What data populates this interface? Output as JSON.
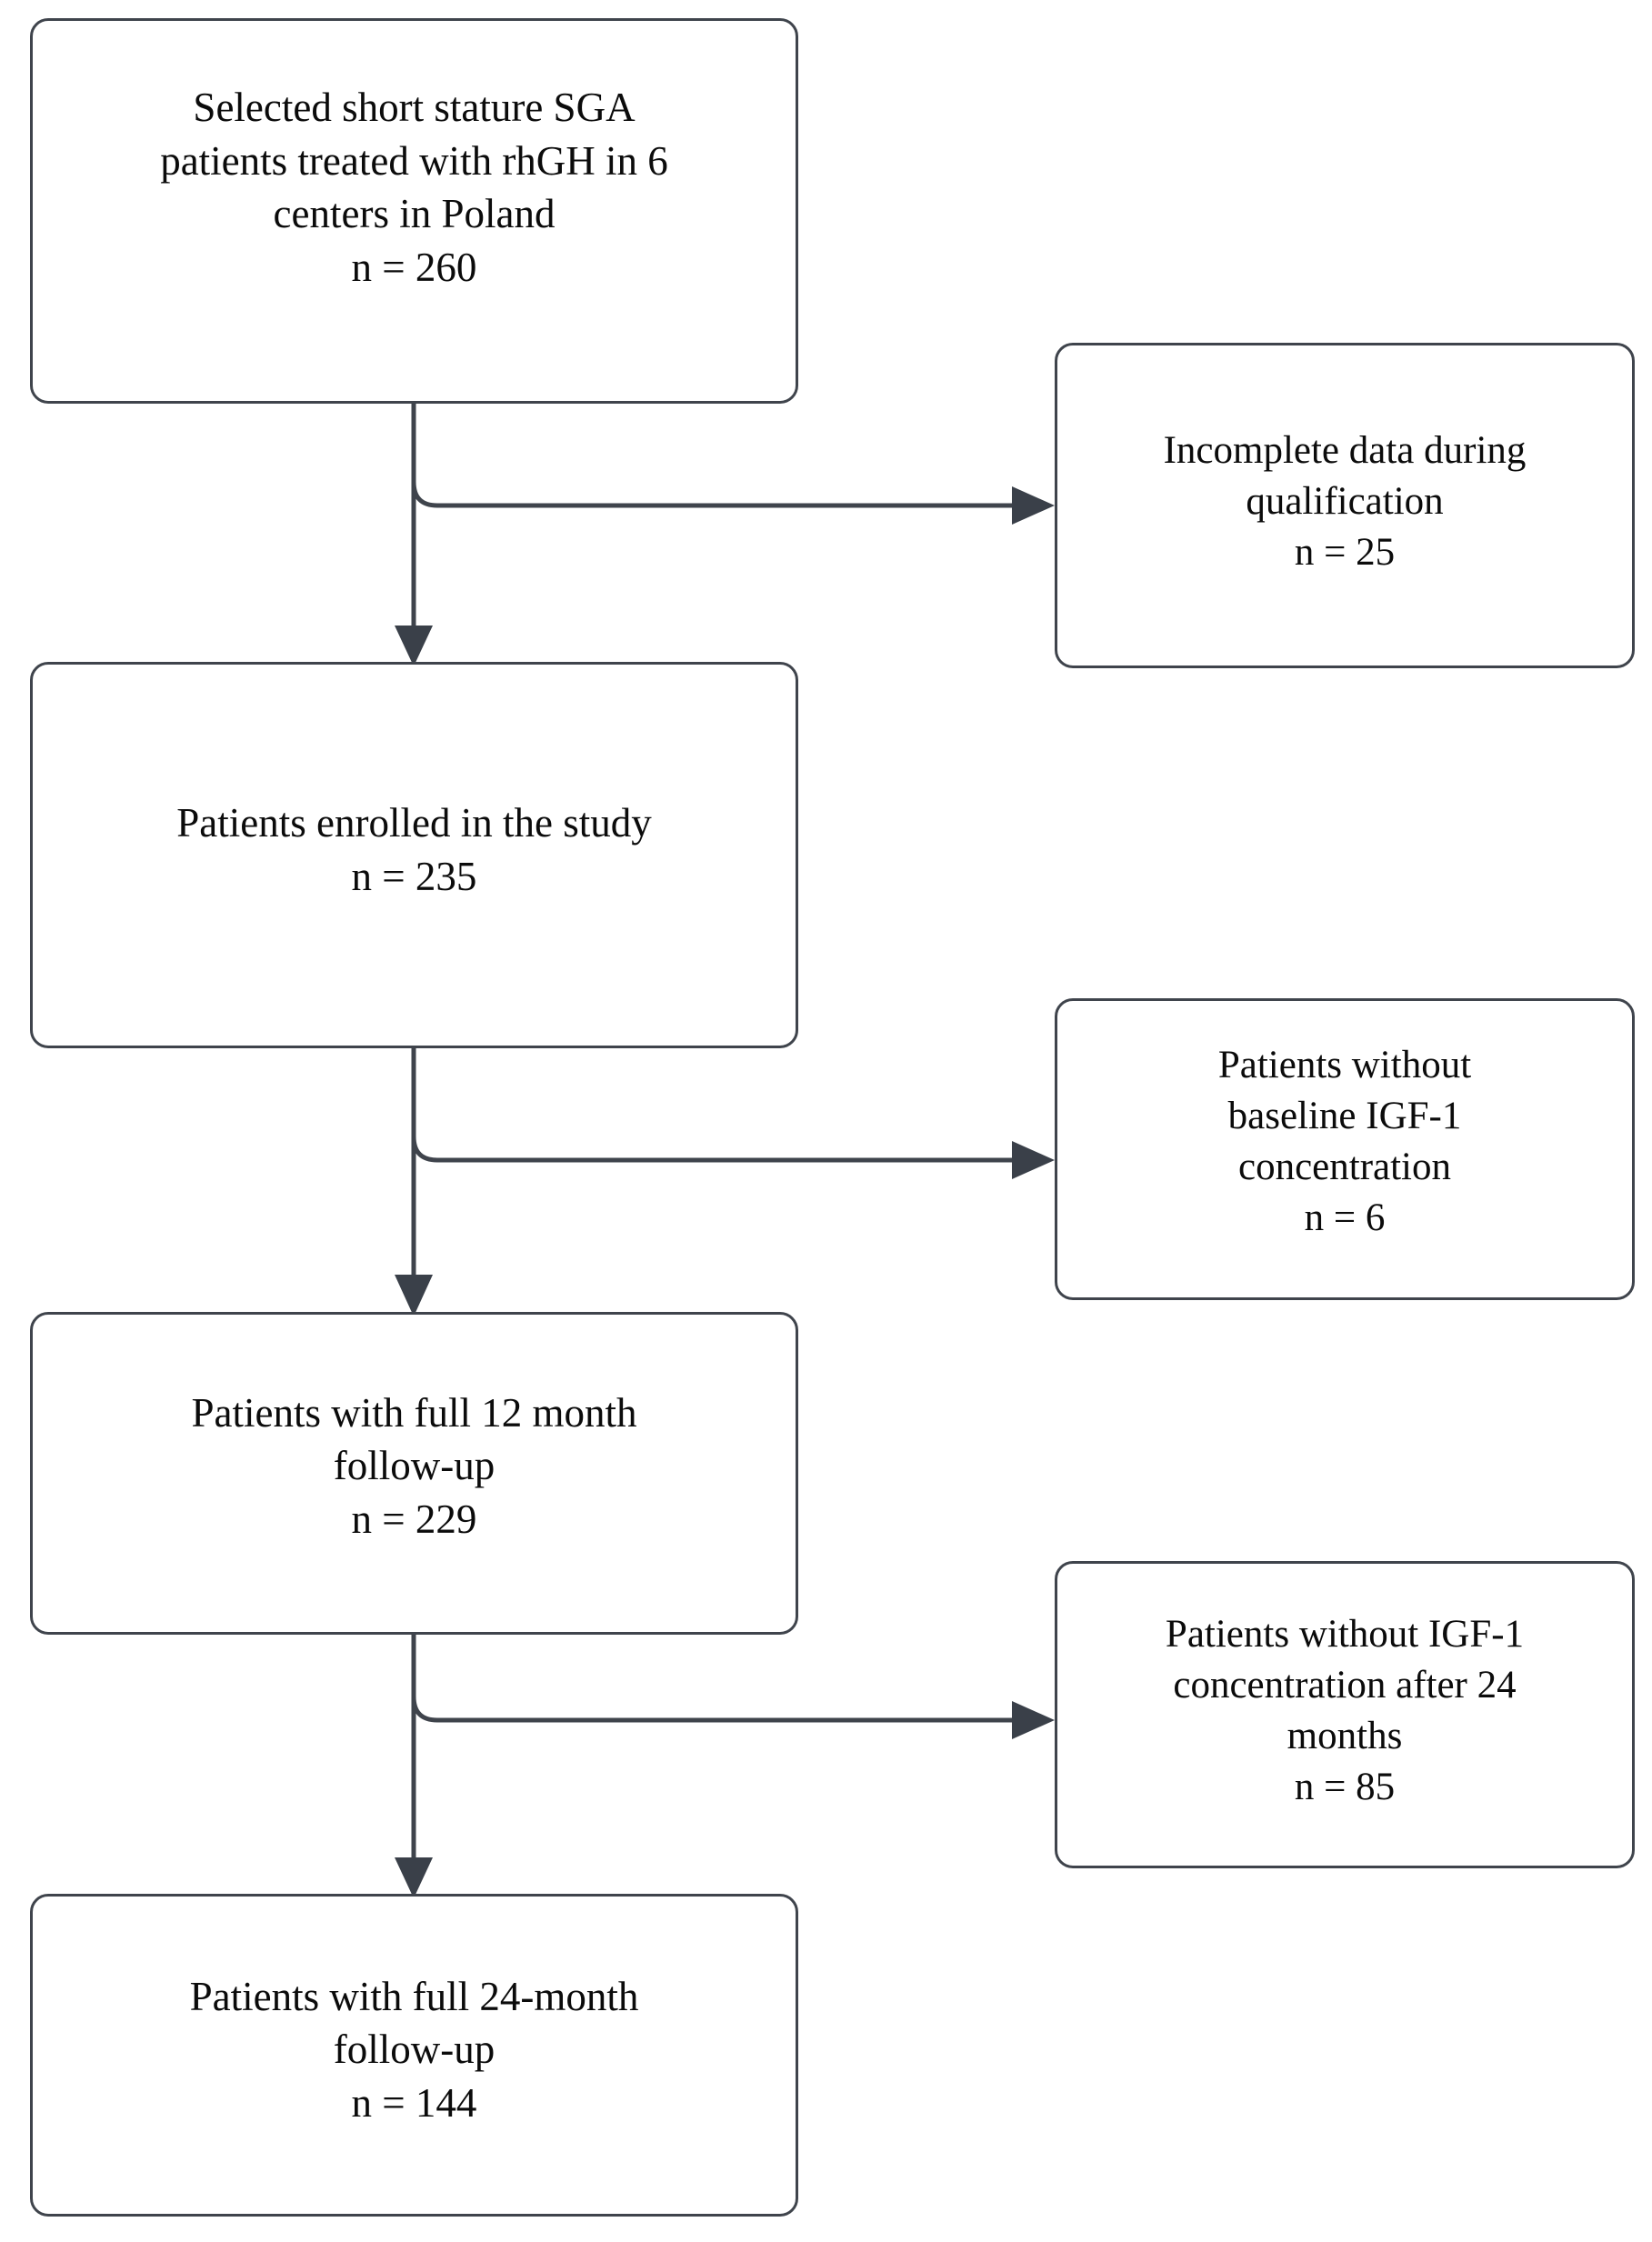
{
  "diagram": {
    "type": "patient-flow-diagram",
    "title": "",
    "colors": {
      "box_border": "#3f444c",
      "box_fill": "#ffffff",
      "connector": "#3f444c",
      "arrowhead": "#3a4049",
      "text": "#0b0b0b"
    },
    "nodes": [
      {
        "id": "enrolled-source",
        "column": "main",
        "text": "Selected short stature SGA\npatients treated with rhGH in 6\ncenters in Poland\nn = 260",
        "count_label": "n = 260",
        "count": 260
      },
      {
        "id": "excluded-incomplete",
        "column": "exclusion",
        "text": "Incomplete data during\nqualification\nn = 25",
        "count_label": "n = 25",
        "count": 25
      },
      {
        "id": "enrolled",
        "column": "main",
        "text": "Patients enrolled in the study\nn = 235",
        "count_label": "n = 235",
        "count": 235
      },
      {
        "id": "excluded-baseline",
        "column": "exclusion",
        "text": "Patients without\nbaseline IGF-1\nconcentration\nn = 6",
        "count_label": "n = 6",
        "count": 6
      },
      {
        "id": "followup-12",
        "column": "main",
        "text": "Patients with full 12 month\nfollow-up\nn = 229",
        "count_label": "n = 229",
        "count": 229
      },
      {
        "id": "excluded-24m",
        "column": "exclusion",
        "text": "Patients without IGF-1\nconcentration after 24\nmonths\nn = 85",
        "count_label": "n = 85",
        "count": 85
      },
      {
        "id": "followup-24",
        "column": "main",
        "text": "Patients with full 24-month\nfollow-up\nn = 144",
        "count_label": "n = 144",
        "count": 144
      }
    ],
    "connectors": [
      {
        "id": "flow-source-to-enrolled",
        "from": "enrolled-source",
        "to": "enrolled",
        "kind": "vertical-arrow"
      },
      {
        "id": "branch-to-incomplete",
        "from": "enrolled-source",
        "to": "excluded-incomplete",
        "kind": "elbow-arrow"
      },
      {
        "id": "flow-enrolled-to-followup12",
        "from": "enrolled",
        "to": "followup-12",
        "kind": "vertical-arrow"
      },
      {
        "id": "branch-to-baseline",
        "from": "enrolled",
        "to": "excluded-baseline",
        "kind": "elbow-arrow"
      },
      {
        "id": "flow-followup12-to-followup24",
        "from": "followup-12",
        "to": "followup-24",
        "kind": "vertical-arrow"
      },
      {
        "id": "branch-to-24m",
        "from": "followup-12",
        "to": "excluded-24m",
        "kind": "elbow-arrow"
      }
    ]
  }
}
